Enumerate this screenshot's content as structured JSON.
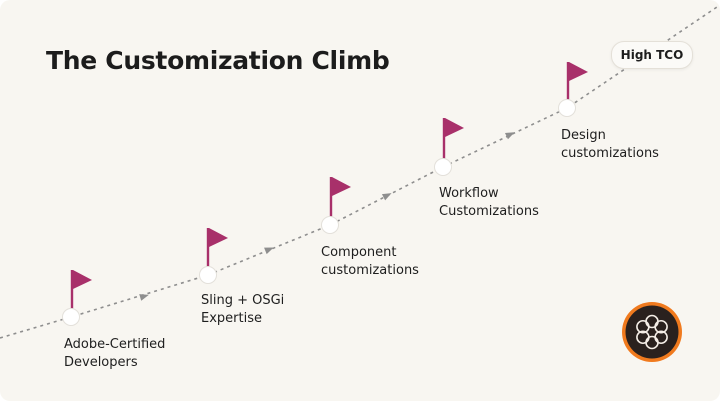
{
  "slide": {
    "title": "The Customization Climb",
    "badge": "High TCO",
    "colors": {
      "background": "#f8f6f1",
      "flag": "#a8306a",
      "path": "#8e8e8e",
      "logo_ring": "#f07a1e",
      "logo_fill": "#2a211e"
    },
    "steps": [
      {
        "line1": "Adobe-Certified",
        "line2": "Developers"
      },
      {
        "line1": "Sling + OSGi",
        "line2": "Expertise"
      },
      {
        "line1": "Component",
        "line2": "customizations"
      },
      {
        "line1": "Workflow",
        "line2": "Customizations"
      },
      {
        "line1": "Design",
        "line2": "customizations"
      }
    ],
    "icons": {
      "milestone": "flag-icon",
      "direction": "arrow-icon",
      "logo": "adobe-experience-manager-logo"
    }
  }
}
